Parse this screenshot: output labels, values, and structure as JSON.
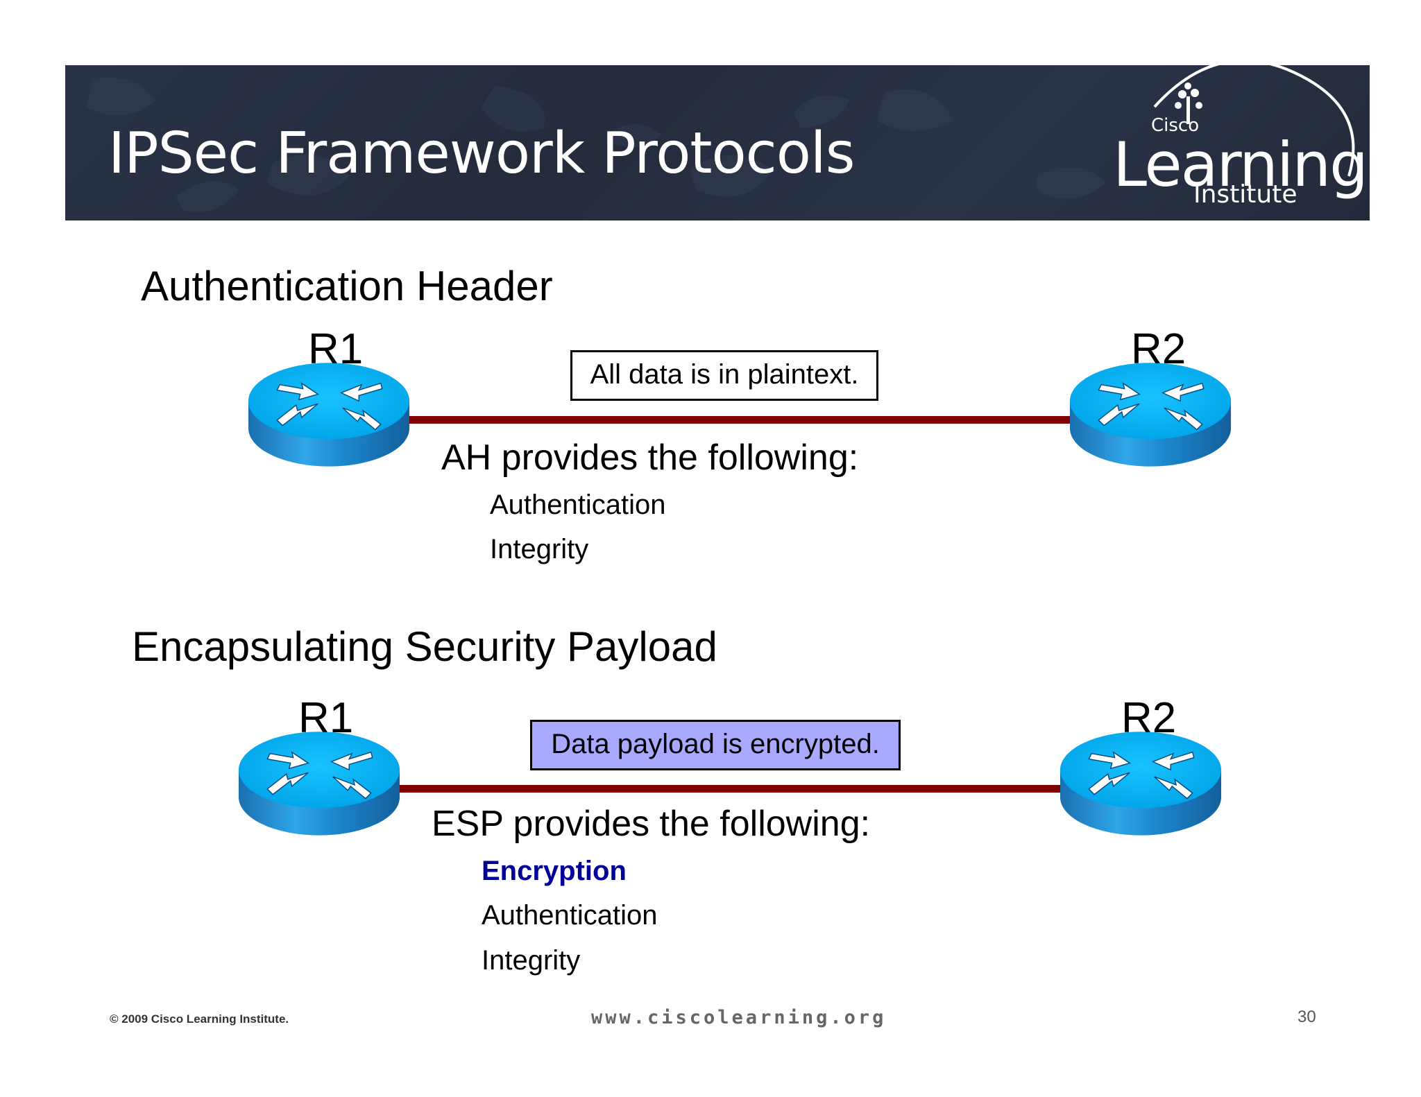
{
  "slide": {
    "title": "IPSec Framework Protocols",
    "logo": {
      "small": "Cisco",
      "main": "Learning",
      "sub": "Institute"
    }
  },
  "ah": {
    "title": "Authentication Header",
    "left_router": "R1",
    "right_router": "R2",
    "box_text": "All data is in plaintext.",
    "provides": "AH provides the following:",
    "features": [
      "Authentication",
      "Integrity"
    ]
  },
  "esp": {
    "title": "Encapsulating Security Payload",
    "left_router": "R1",
    "right_router": "R2",
    "box_text": "Data payload is encrypted.",
    "provides": "ESP provides the following:",
    "features": [
      "Encryption",
      "Authentication",
      "Integrity"
    ]
  },
  "footer": {
    "copyright": "© 2009 Cisco Learning Institute.",
    "url": "www.ciscolearning.org",
    "page": "30"
  },
  "colors": {
    "header_bg": "#2a3346",
    "link": "#800000",
    "router_top": "#00b0f0",
    "router_side": "#1e7fc4",
    "esp_box": "#a9a9ff",
    "highlight": "#000099"
  }
}
